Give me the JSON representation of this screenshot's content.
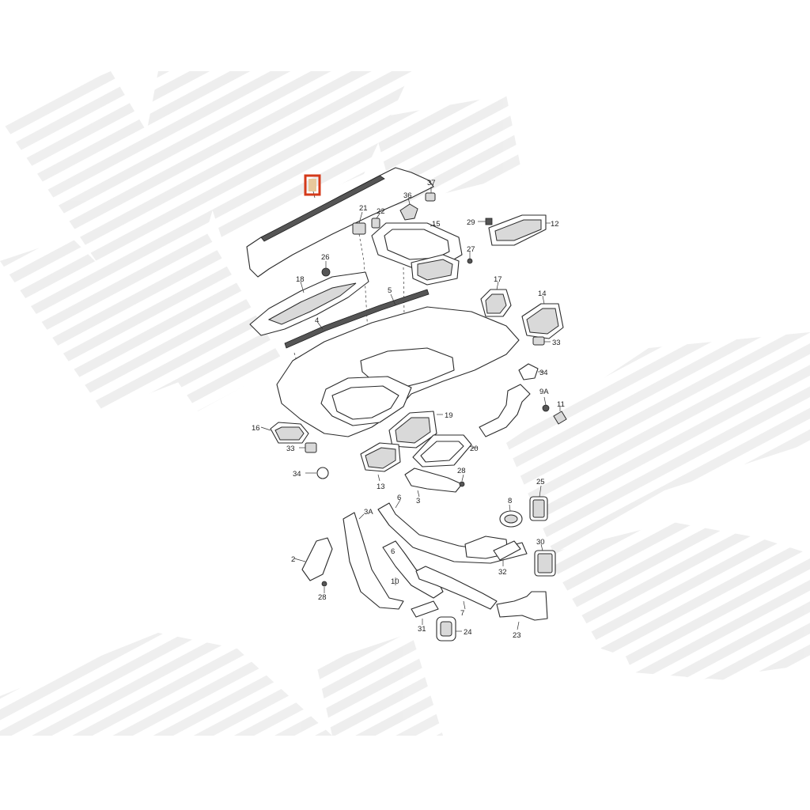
{
  "diagram": {
    "highlight_color": "#d43a1a",
    "watermark_color": "#ececec",
    "line_color": "#2b2b2b",
    "callouts": [
      {
        "id": "c37",
        "text": "37"
      },
      {
        "id": "c36",
        "text": "36"
      },
      {
        "id": "c21",
        "text": "21"
      },
      {
        "id": "c22",
        "text": "22"
      },
      {
        "id": "c15",
        "text": "15"
      },
      {
        "id": "c29",
        "text": "29"
      },
      {
        "id": "c12",
        "text": "12"
      },
      {
        "id": "c26",
        "text": "26"
      },
      {
        "id": "c27",
        "text": "27"
      },
      {
        "id": "c18",
        "text": "18"
      },
      {
        "id": "c17",
        "text": "17"
      },
      {
        "id": "c5",
        "text": "5"
      },
      {
        "id": "c14",
        "text": "14"
      },
      {
        "id": "c4",
        "text": "4"
      },
      {
        "id": "c33a",
        "text": "33"
      },
      {
        "id": "c34a",
        "text": "34"
      },
      {
        "id": "c9a",
        "text": "9A"
      },
      {
        "id": "c11",
        "text": "11"
      },
      {
        "id": "c19",
        "text": "19"
      },
      {
        "id": "c16",
        "text": "16"
      },
      {
        "id": "c33b",
        "text": "33"
      },
      {
        "id": "c20",
        "text": "20"
      },
      {
        "id": "c34b",
        "text": "34"
      },
      {
        "id": "c28a",
        "text": "28"
      },
      {
        "id": "c13",
        "text": "13"
      },
      {
        "id": "c3",
        "text": "3"
      },
      {
        "id": "c25",
        "text": "25"
      },
      {
        "id": "c6a",
        "text": "6"
      },
      {
        "id": "c8",
        "text": "8"
      },
      {
        "id": "c3a",
        "text": "3A"
      },
      {
        "id": "c6b",
        "text": "6"
      },
      {
        "id": "c30",
        "text": "30"
      },
      {
        "id": "c2",
        "text": "2"
      },
      {
        "id": "c32",
        "text": "32"
      },
      {
        "id": "c10",
        "text": "10"
      },
      {
        "id": "c28b",
        "text": "28"
      },
      {
        "id": "c7",
        "text": "7"
      },
      {
        "id": "c31",
        "text": "31"
      },
      {
        "id": "c24",
        "text": "24"
      },
      {
        "id": "c23",
        "text": "23"
      }
    ]
  }
}
